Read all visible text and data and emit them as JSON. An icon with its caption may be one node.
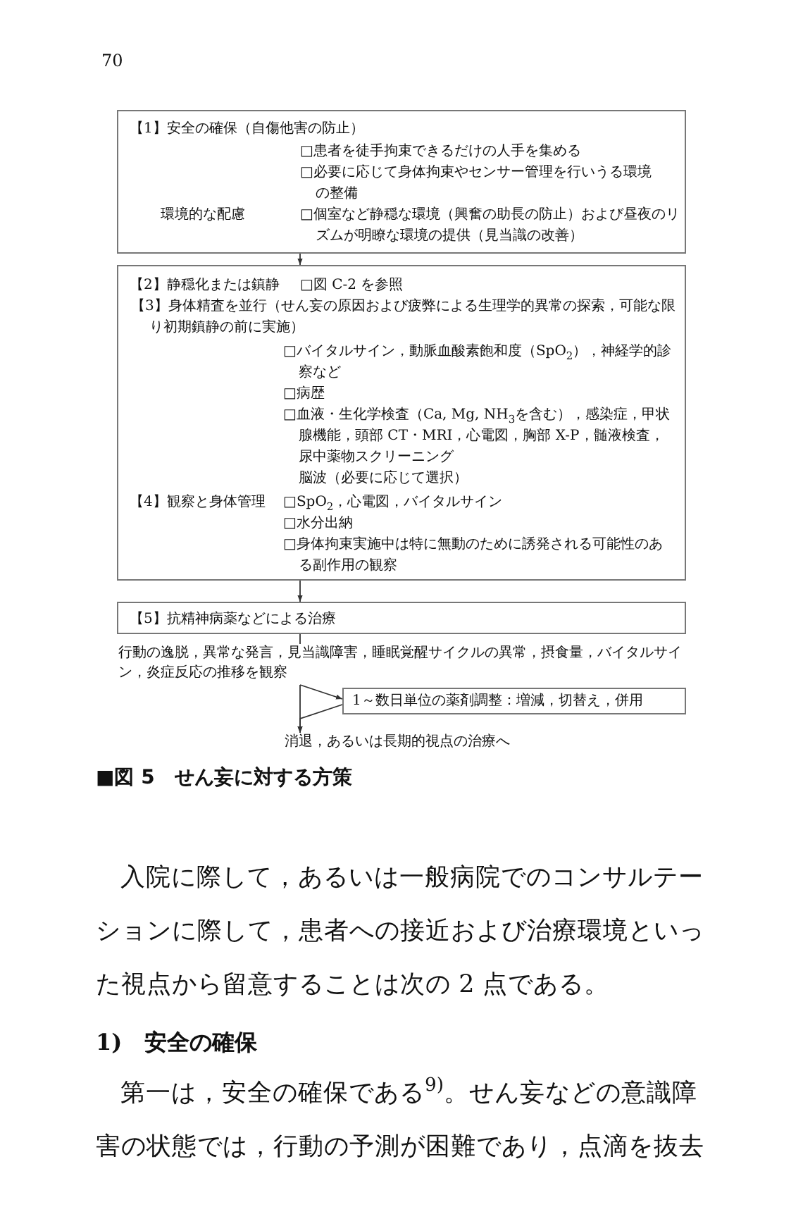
{
  "diagram": {
    "caption": "■図 5　せん妄に対する方策",
    "nodes": [
      {
        "text": [
          "【1】安全の確保（自傷他害の防止）",
          "□患者を徒手拘束できるだけの人手を集める",
          "□必要に応じて身体拘束やセンサー管理を行いうる環境の整備",
          "環境的な配慮",
          "□個室など静穏な環境（興奮の助長の防止）および昼夜のリズムが明瞭な環境の提供（見当識の改善）"
        ]
      },
      {
        "text": [
          "【2】静穏化または鎮静",
          "□図 C-2 を参照",
          "【3】身体精査を並行（せん妄の原因および疲弊による生理学的異常の探索，可能な限り初期鎮静の前に実施）",
          "□バイタルサイン，動脈血酸素飽和度（SpO$_{2}$），神経学的診察など",
          "□病歴",
          "□血液・生化学検査（Ca, Mg, NH$_{3}$を含む），感染症，甲状腺機能，頭部 CT・MRI，心電図，胸部 X-P，髄液検査，尿中薬物スクリーニング",
          "脳波（必要に応じて選択）",
          "【4】観察と身体管理",
          "□SpO$_{2}$，心電図，バイタルサイン",
          "□水分出納",
          "□身体拘束実施中は特に無動のために誘発される可能性のある副作用の観察"
        ]
      },
      {
        "text": [
          "【5】抗精神病薬などによる治療"
        ]
      },
      {
        "text": [
          "行動の逸脱，異常な発言，見当識障害，睡眠覚醒サイクルの異常，摂食量，バイタルサイン，炎症反応の推移を観察"
        ]
      },
      {
        "text": [
          "1～数日単位の薬剤調整：増減，切替え，併用"
        ]
      },
      {
        "text": [
          "消退，あるいは長期的視点の治療へ"
        ]
      }
    ],
    "edges": [
      {
        "from": 0,
        "to": 1,
        "arrow": "to"
      },
      {
        "from": 1,
        "to": 2,
        "arrow": "to"
      },
      {
        "from": 2,
        "to": 3,
        "arrow": "none"
      },
      {
        "from": 3,
        "to": 4,
        "arrow": "to"
      },
      {
        "from": 4,
        "to": 5,
        "arrow": "to"
      },
      {
        "from": 3,
        "to": 5,
        "arrow": "to"
      }
    ],
    "labels": [
      "70",
      "入院に際して，あるいは一般病院でのコンサルテーションに際して，患者への接近および治療環境といった視点から留意することは次の 2 点である。",
      "1)　安全の確保",
      "第一は，安全の確保である$^{9)}$。せん妄などの意識障害の状態では，行動の予測が困難であり，点滴を抜去"
    ]
  }
}
